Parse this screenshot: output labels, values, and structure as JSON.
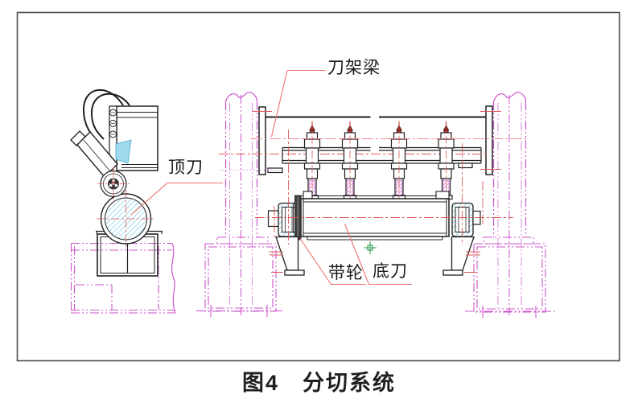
{
  "figure": {
    "caption": "图4　分切系统",
    "labels": {
      "beam": "刀架梁",
      "top_knife": "顶刀",
      "pulley": "带轮",
      "bottom_knife": "底刀"
    }
  },
  "colors": {
    "line_black": "#202020",
    "phantom_magenta": "#cc55cc",
    "phantom_light": "#dd8add",
    "centerline_red": "#e05555",
    "leader_pink": "#f07070",
    "hatch_cyan": "#79cde4",
    "hatch_magenta": "#c94fc9",
    "knife_tip_maroon": "#7b2420",
    "crosshair_green": "#2fa050"
  }
}
